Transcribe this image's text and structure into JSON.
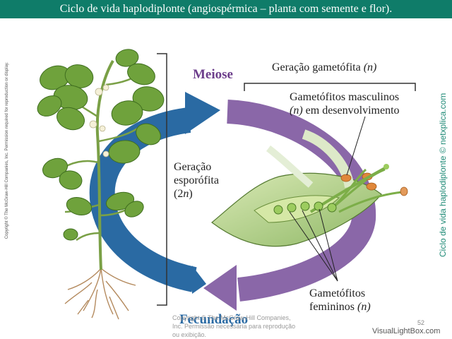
{
  "header": {
    "title": "Ciclo de vida haplodiplonte (angiospérmica – planta com semente e flor)."
  },
  "labels": {
    "meiose": "Meiose",
    "fecundacao": "Fecundação",
    "gametofita_text": "Geração gametófita",
    "gametofita_n": "(n)",
    "masc_line1": "Gametófitos masculinos",
    "masc_n": "(n)",
    "masc_line2_rest": " em desenvolvimento",
    "esporo_line1": "Geração",
    "esporo_line2": "esporófita",
    "esporo_open": "(2",
    "esporo_n": "n",
    "esporo_close": ")",
    "fem_line1": "Gametófitos",
    "fem_text": "femininos ",
    "fem_n": "(n)"
  },
  "credits": {
    "copyright": "Copyright © The McGraw-Hill Companies, Inc. Permission required for reproduction or display.",
    "side": "Ciclo de vida haplodiplonte © netxplica.com",
    "permission": "Copyright © The McGraw-Hill Companies, Inc. Permissão necessária para reprodução ou exibição.",
    "page_number": "52",
    "watermark": "VisualLightBox.com"
  },
  "colors": {
    "header_bg": "#0f7c69",
    "blue_arrow": "#2a6aa3",
    "purple_arrow": "#8a67a8"
  }
}
